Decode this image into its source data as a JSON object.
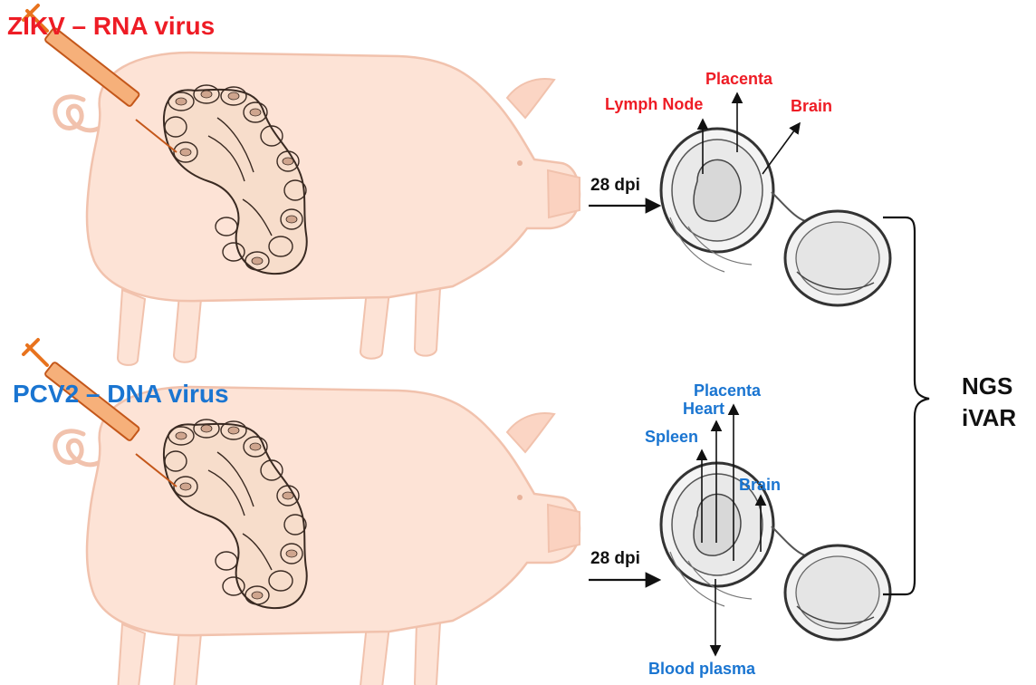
{
  "colors": {
    "zikv": "#ee1c25",
    "pcv2": "#1a75d1",
    "pig_fill": "#fde3d6",
    "pig_stroke": "#f1c2ad",
    "uterus_fill": "#f7ddcb",
    "uterus_stroke": "#3a2a22",
    "syringe": "#e8731e",
    "text_dark": "#111111"
  },
  "top_panel": {
    "title": "ZIKV – RNA virus",
    "dpi_label": "28 dpi",
    "tissues": [
      "Lymph Node",
      "Placenta",
      "Brain"
    ]
  },
  "bottom_panel": {
    "title": "PCV2 – DNA virus",
    "dpi_label": "28 dpi",
    "tissues": [
      "Placenta",
      "Heart",
      "Spleen",
      "Brain",
      "Blood plasma"
    ]
  },
  "output": {
    "line1": "NGS",
    "line2": "iVAR"
  },
  "icons": {
    "pig": "pig-illustration",
    "syringe": "syringe-icon",
    "uterus": "uterus-illustration",
    "fetus": "fetus-in-placenta-illustration",
    "bracket": "right-curly-bracket"
  }
}
